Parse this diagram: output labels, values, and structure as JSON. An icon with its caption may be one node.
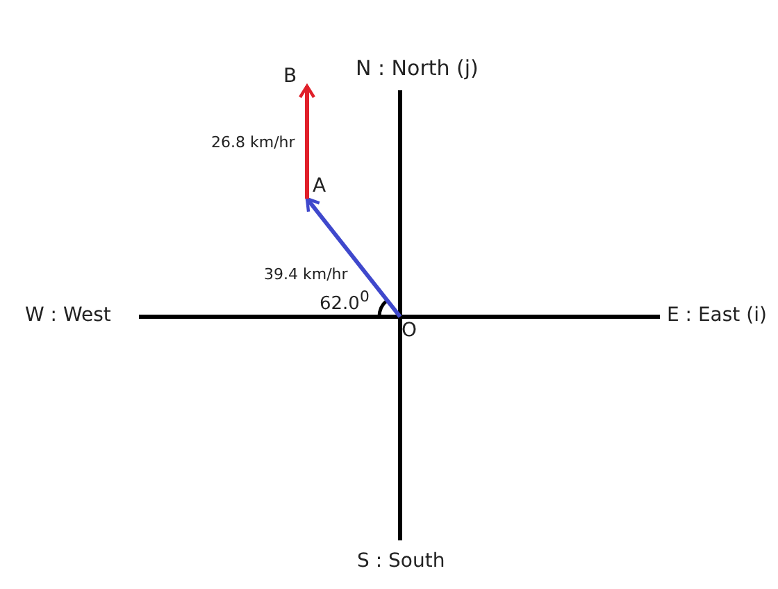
{
  "diagram": {
    "nodes": [
      {
        "text": [
          "O"
        ]
      },
      {
        "text": [
          "A"
        ]
      },
      {
        "text": [
          "B"
        ]
      }
    ],
    "edges": [
      {
        "from": 0,
        "to": 1,
        "arrow": "to",
        "label": "39.4 km/hr",
        "color": "#3f48cc"
      },
      {
        "from": 1,
        "to": 2,
        "arrow": "to",
        "label": "26.8 km/hr",
        "color": "#e0202a"
      }
    ],
    "labels": [
      "N : North (j)",
      "62.0$^{0}$",
      "W : West",
      "E : East (i)",
      "S : South"
    ]
  }
}
